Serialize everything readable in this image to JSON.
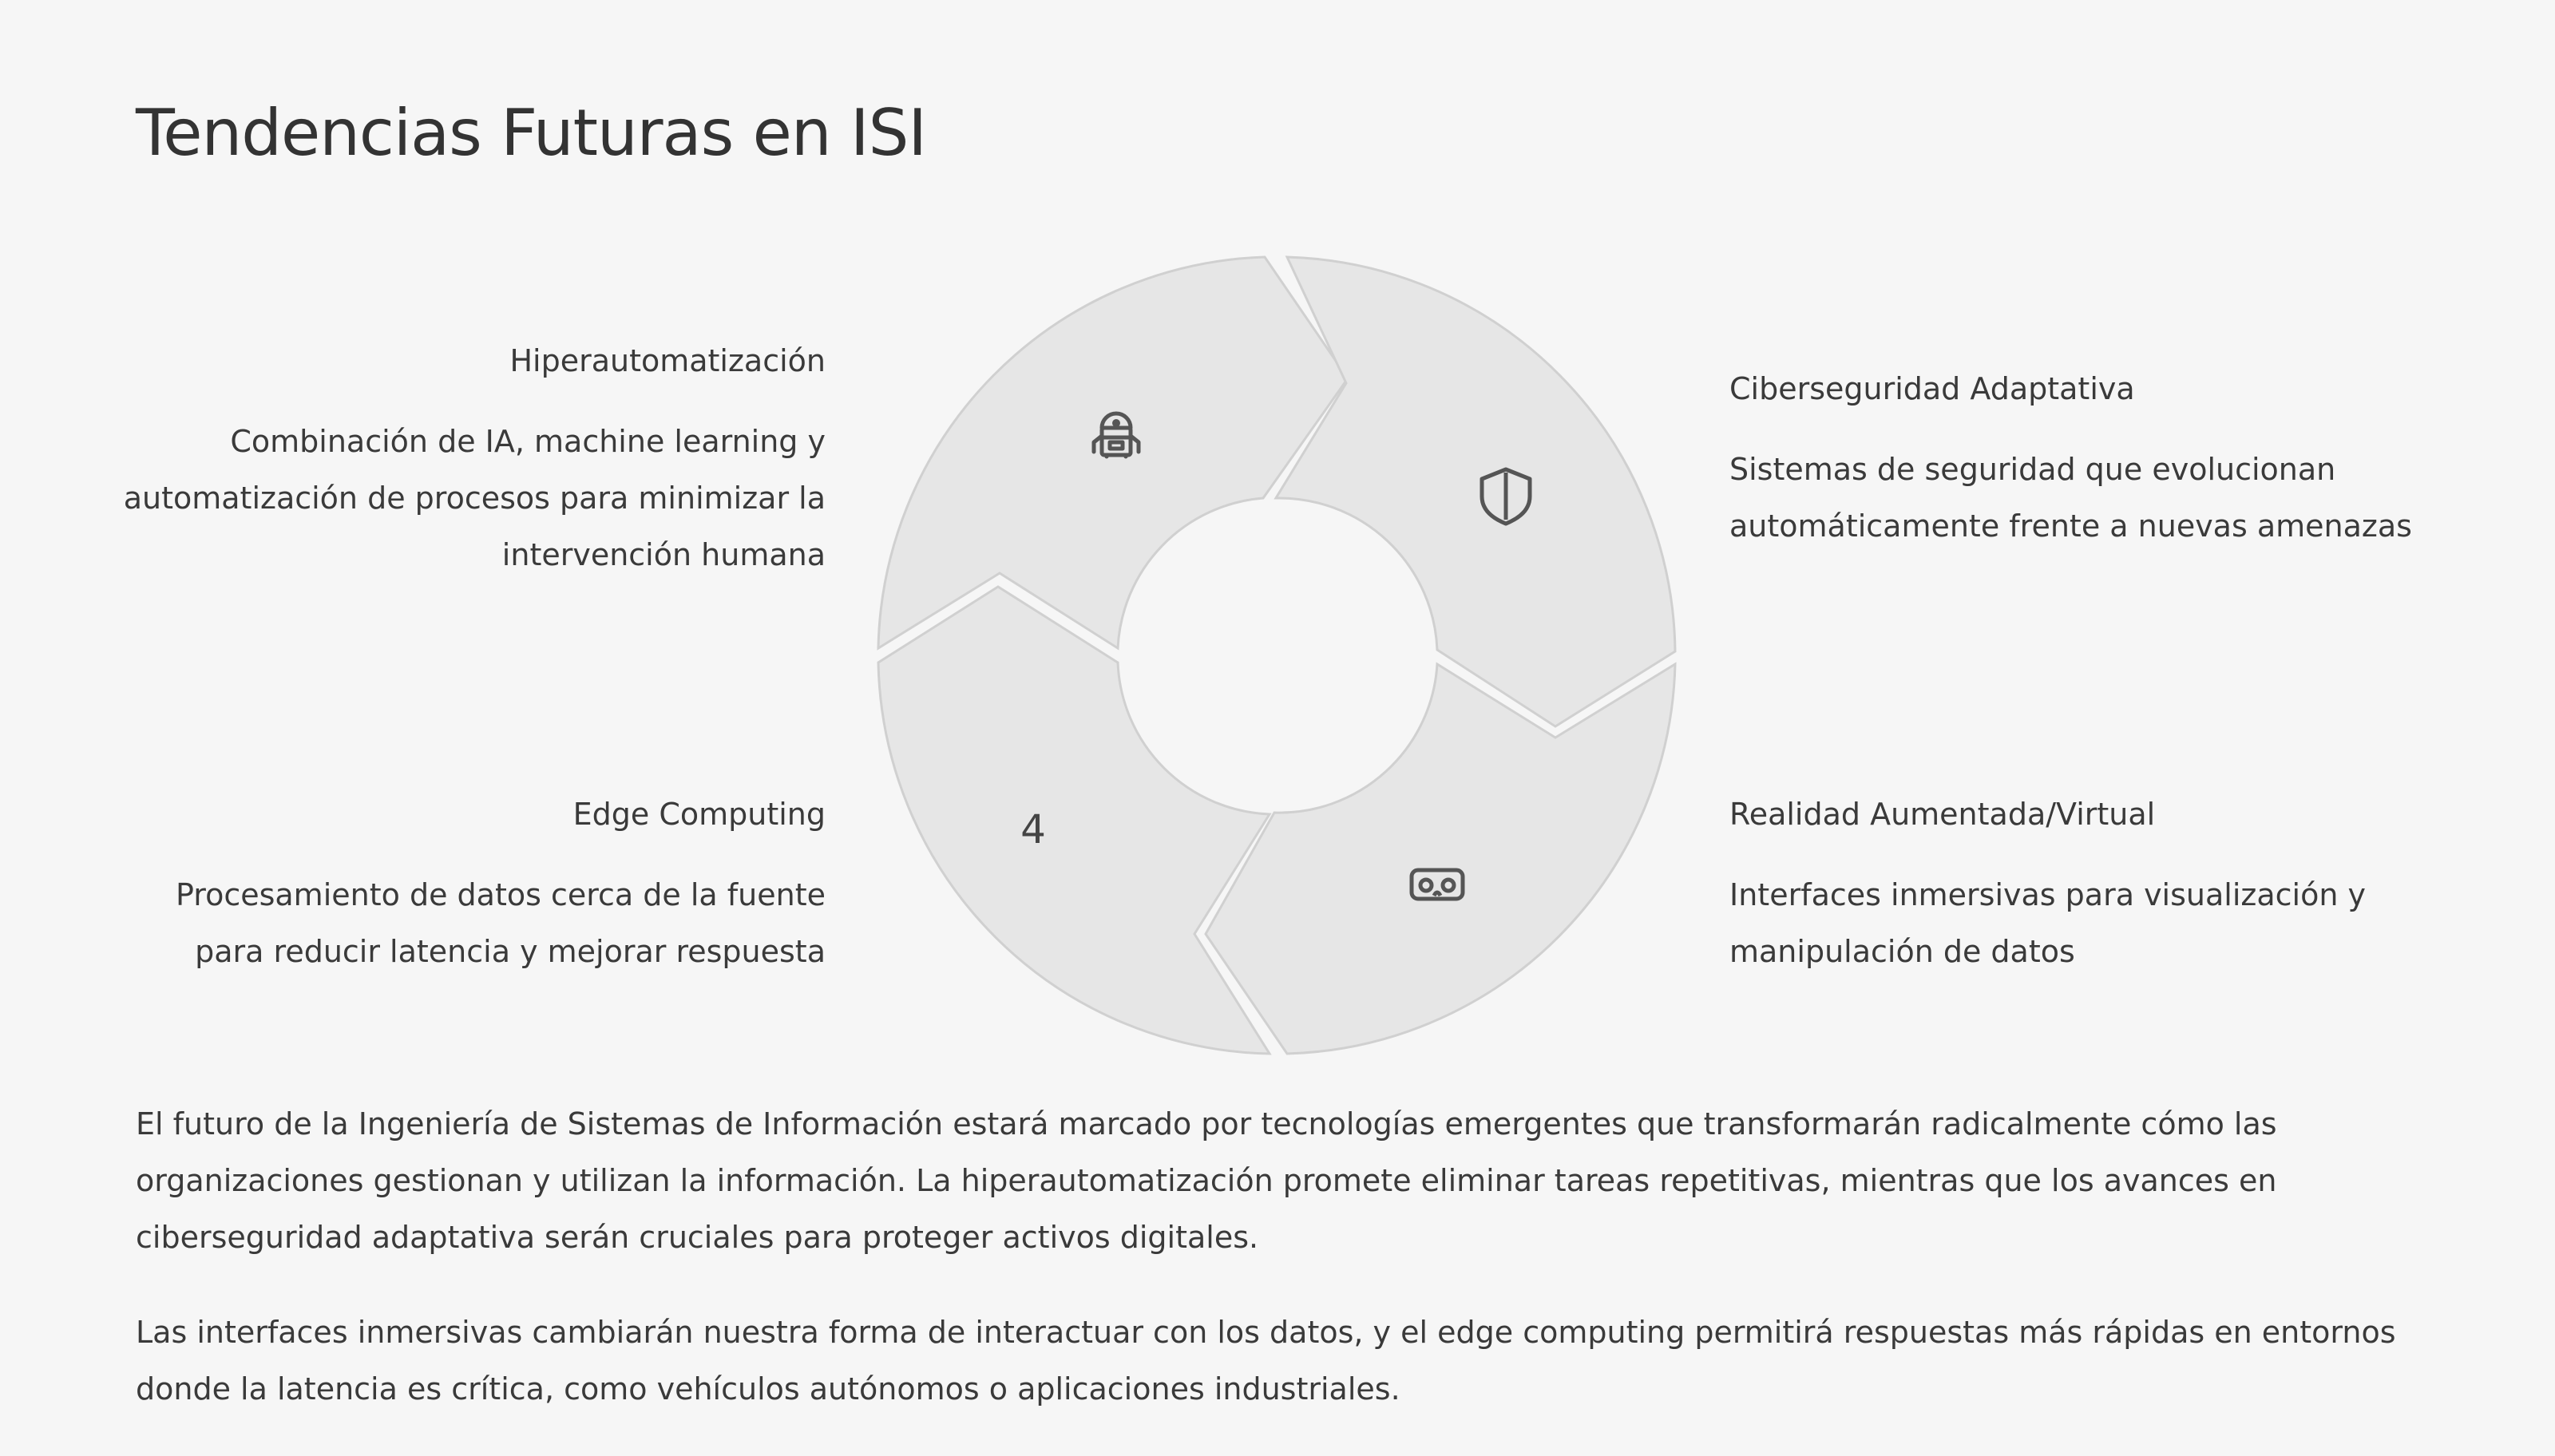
{
  "title": "Tendencias Futuras en ISI",
  "diagram": {
    "type": "cycle",
    "segments": [
      {
        "id": "hiperautomatizacion",
        "icon": "robot-icon",
        "title": "Hiperautomatización",
        "description": "Combinación de IA, machine learning y automatización de procesos para minimizar la intervención humana"
      },
      {
        "id": "ciberseguridad",
        "icon": "shield-icon",
        "title": "Ciberseguridad Adaptativa",
        "description": "Sistemas de seguridad que evolucionan automáticamente frente a nuevas amenazas"
      },
      {
        "id": "realidad",
        "icon": "vr-goggles-icon",
        "title": "Realidad Aumentada/Virtual",
        "description": "Interfaces inmersivas para visualización y manipulación de datos"
      },
      {
        "id": "edge",
        "icon": "lightning-icon",
        "icon_glyph": "4",
        "title": "Edge Computing",
        "description": "Procesamiento de datos cerca de la fuente para reducir latencia y mejorar respuesta"
      }
    ],
    "segment_fill": "#e6e6e6",
    "segment_stroke": "#d0d0d0"
  },
  "paragraphs": [
    "El futuro de la Ingeniería de Sistemas de Información estará marcado por tecnologías emergentes que transformarán radicalmente cómo las organizaciones gestionan y utilizan la información. La hiperautomatización promete eliminar tareas repetitivas, mientras que los avances en ciberseguridad adaptativa serán cruciales para proteger activos digitales.",
    "Las interfaces inmersivas cambiarán nuestra forma de interactuar con los datos, y el edge computing permitirá respuestas más rápidas en entornos donde la latencia es crítica, como vehículos autónomos o aplicaciones industriales."
  ]
}
